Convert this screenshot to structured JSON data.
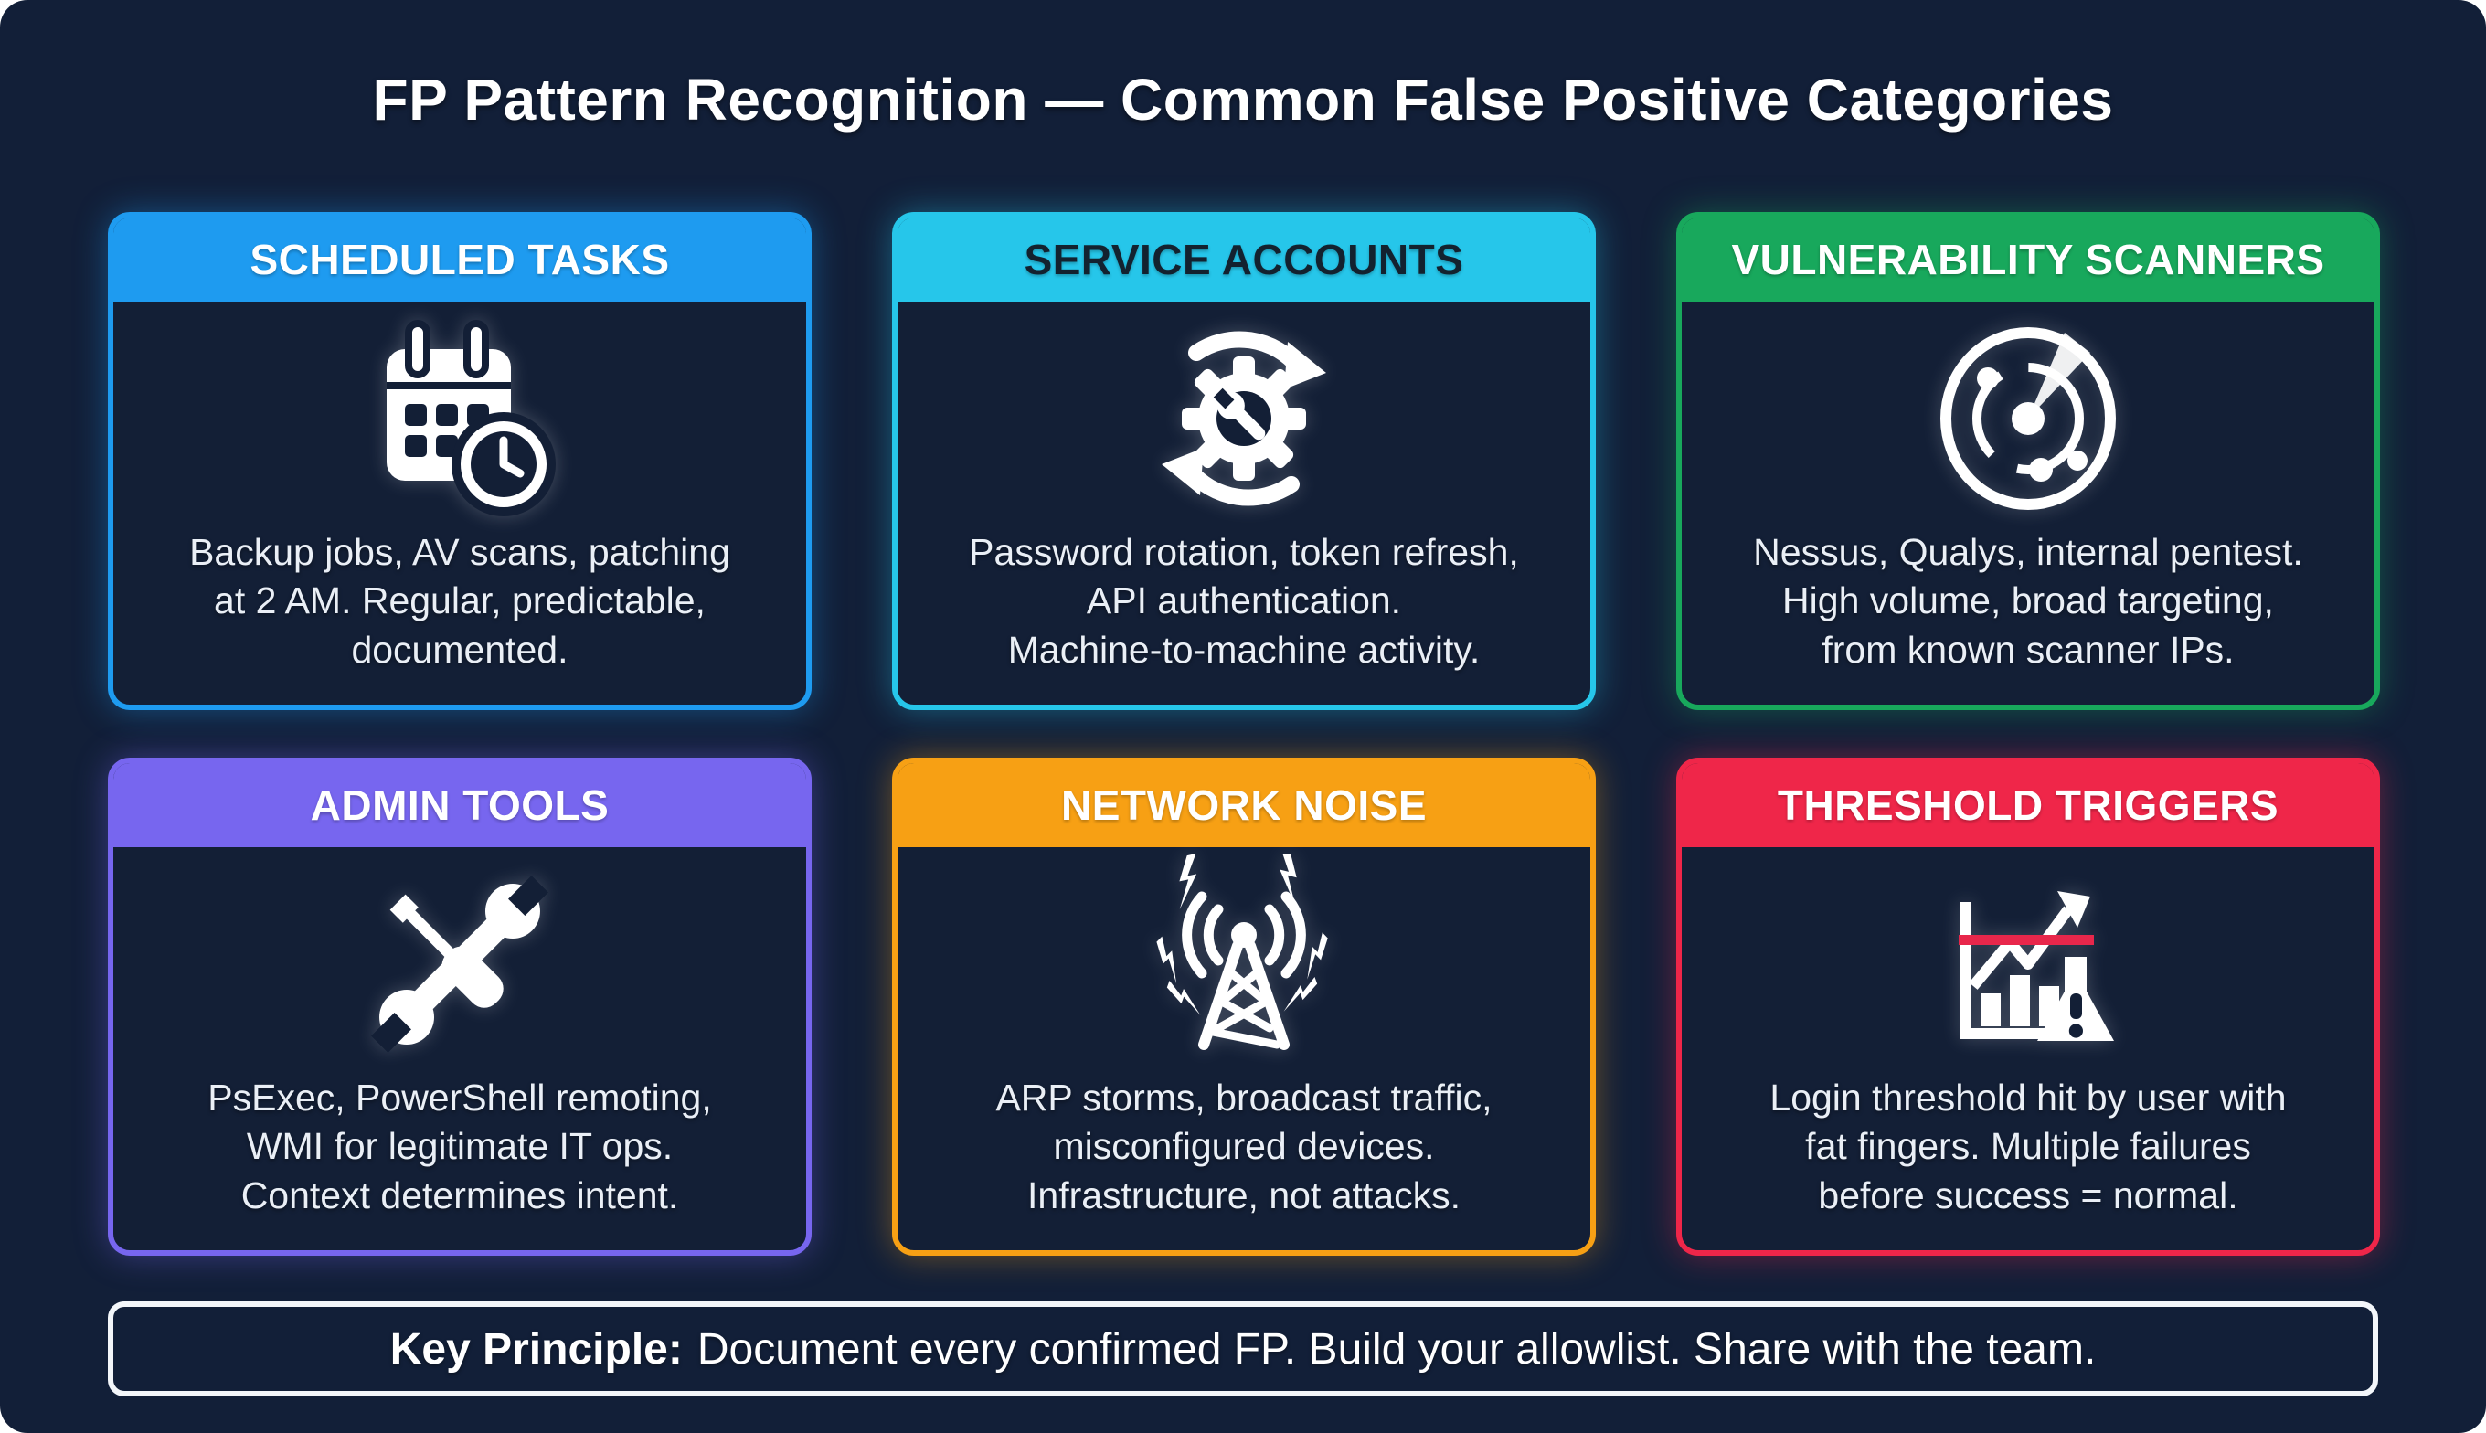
{
  "title": "FP Pattern Recognition — Common False Positive Categories",
  "colors": {
    "page_bg": "#FFFFFF",
    "panel_bg": "#121F38",
    "card_body_bg": "#131F36",
    "body_text": "#EAEFF6",
    "footer_border": "#F3F6FA",
    "threshold_line_red": "#E8274B"
  },
  "cards": [
    {
      "title": "SCHEDULED TASKS",
      "accent": "#1E9BF0",
      "header_text_color": "#FFFFFF",
      "icon": "calendar-clock-icon",
      "description_lines": [
        "Backup jobs, AV scans, patching",
        "at 2 AM. Regular, predictable,",
        "documented."
      ]
    },
    {
      "title": "SERVICE ACCOUNTS",
      "accent": "#26C6EA",
      "header_text_color": "#13222F",
      "icon": "sync-gear-icon",
      "description_lines": [
        "Password rotation, token refresh,",
        "API authentication.",
        "Machine-to-machine activity."
      ]
    },
    {
      "title": "VULNERABILITY SCANNERS",
      "accent": "#18A85C",
      "header_text_color": "#FFFFFF",
      "icon": "radar-icon",
      "description_lines": [
        "Nessus, Qualys, internal pentest.",
        "High volume, broad targeting,",
        "from known scanner IPs."
      ]
    },
    {
      "title": "ADMIN TOOLS",
      "accent": "#7766EF",
      "header_text_color": "#FFFFFF",
      "icon": "crossed-tools-icon",
      "description_lines": [
        "PsExec, PowerShell remoting,",
        "WMI for legitimate IT ops.",
        "Context determines intent."
      ]
    },
    {
      "title": "NETWORK NOISE",
      "accent": "#F7A014",
      "header_text_color": "#FFFFFF",
      "icon": "radio-tower-icon",
      "description_lines": [
        "ARP storms, broadcast traffic,",
        "misconfigured devices.",
        "Infrastructure, not attacks."
      ]
    },
    {
      "title": "THRESHOLD TRIGGERS",
      "accent": "#EF2649",
      "header_text_color": "#FFFFFF",
      "icon": "threshold-chart-icon",
      "description_lines": [
        "Login threshold hit by user with",
        "fat fingers. Multiple failures",
        "before success = normal."
      ]
    }
  ],
  "footer": {
    "label": "Key Principle:",
    "text": "Document every confirmed FP. Build your allowlist. Share with the team."
  }
}
